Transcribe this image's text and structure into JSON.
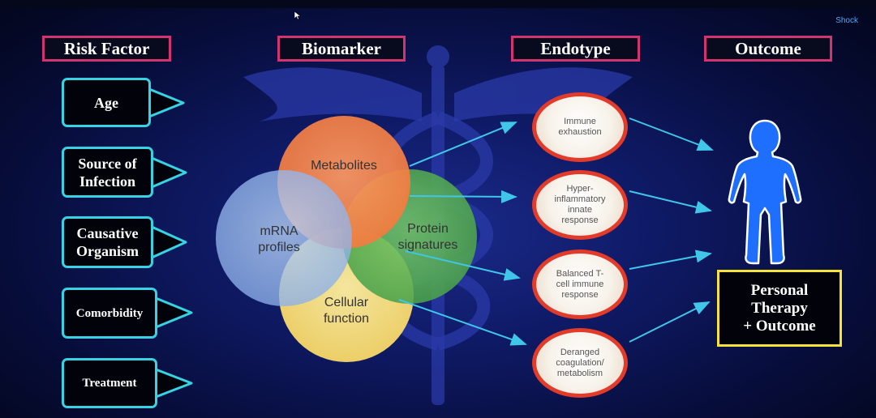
{
  "corner_label": "Shock",
  "headers": {
    "risk_factor": "Risk Factor",
    "biomarker": "Biomarker",
    "endotype": "Endotype",
    "outcome": "Outcome"
  },
  "risk_factors": [
    {
      "line1": "Age",
      "line2": ""
    },
    {
      "line1": "Source of",
      "line2": "Infection"
    },
    {
      "line1": "Causative",
      "line2": "Organism"
    },
    {
      "line1": "Comorbidity",
      "line2": ""
    },
    {
      "line1": "Treatment",
      "line2": ""
    }
  ],
  "biomarkers": {
    "metabolites": "Metabolites",
    "mrna_line1": "mRNA",
    "mrna_line2": "profiles",
    "protein_line1": "Protein",
    "protein_line2": "signatures",
    "cellular_line1": "Cellular",
    "cellular_line2": "function"
  },
  "endotypes": [
    {
      "lines": [
        "Immune",
        "exhaustion"
      ]
    },
    {
      "lines": [
        "Hyper-",
        "inflammatory",
        "innate",
        "response"
      ]
    },
    {
      "lines": [
        "Balanced T-",
        "cell immune",
        "response"
      ]
    },
    {
      "lines": [
        "Deranged",
        "coagulation/",
        "metabolism"
      ]
    }
  ],
  "outcome": {
    "line1": "Personal",
    "line2": "Therapy",
    "line3": "+ Outcome"
  },
  "colors": {
    "header_border": "#d1346e",
    "risk_border": "#37d3e4",
    "endotype_border": "#e23b2a",
    "arrow": "#3fc6e8",
    "person": "#1f6fff",
    "outcome_border": "#f5e23a"
  }
}
